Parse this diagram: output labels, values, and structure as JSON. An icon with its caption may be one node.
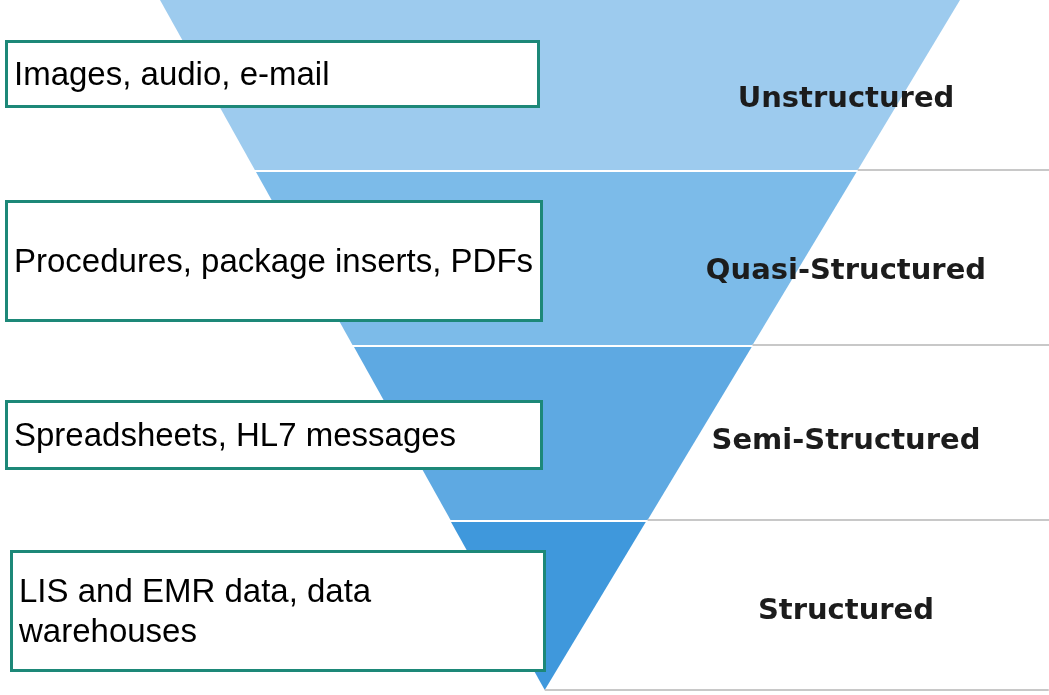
{
  "diagram": {
    "nodes": [
      {
        "text": [
          "Unstructured"
        ]
      },
      {
        "text": [
          "Quasi-Structured"
        ]
      },
      {
        "text": [
          "Semi-Structured"
        ]
      },
      {
        "text": [
          "Structured"
        ]
      },
      {
        "text": [
          "Images, audio, e-mail"
        ]
      },
      {
        "text": [
          "Procedures, package inserts, PDFs"
        ]
      },
      {
        "text": [
          "Spreadsheets, HL7 messages"
        ]
      },
      {
        "text": [
          "LIS and EMR data, data warehouses"
        ]
      }
    ]
  }
}
